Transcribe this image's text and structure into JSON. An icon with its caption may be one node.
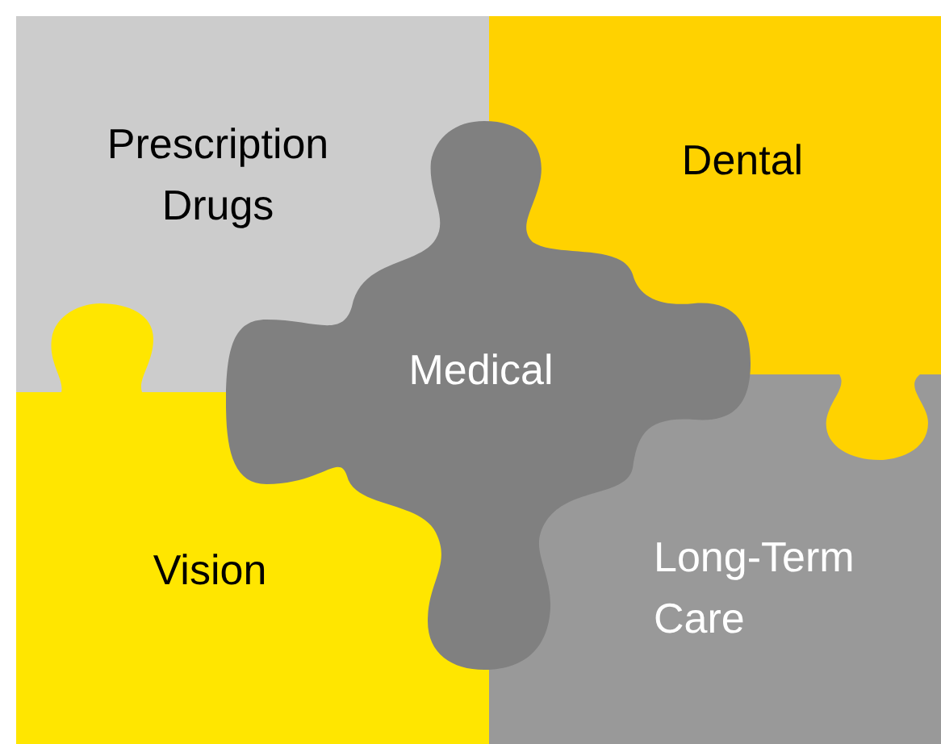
{
  "diagram": {
    "nodes": [
      {
        "text": [
          "Prescription Drugs"
        ]
      },
      {
        "text": [
          "Dental"
        ]
      },
      {
        "text": [
          "Medical"
        ]
      },
      {
        "text": [
          "Vision"
        ]
      },
      {
        "text": [
          "Long-Term Care"
        ]
      }
    ]
  }
}
